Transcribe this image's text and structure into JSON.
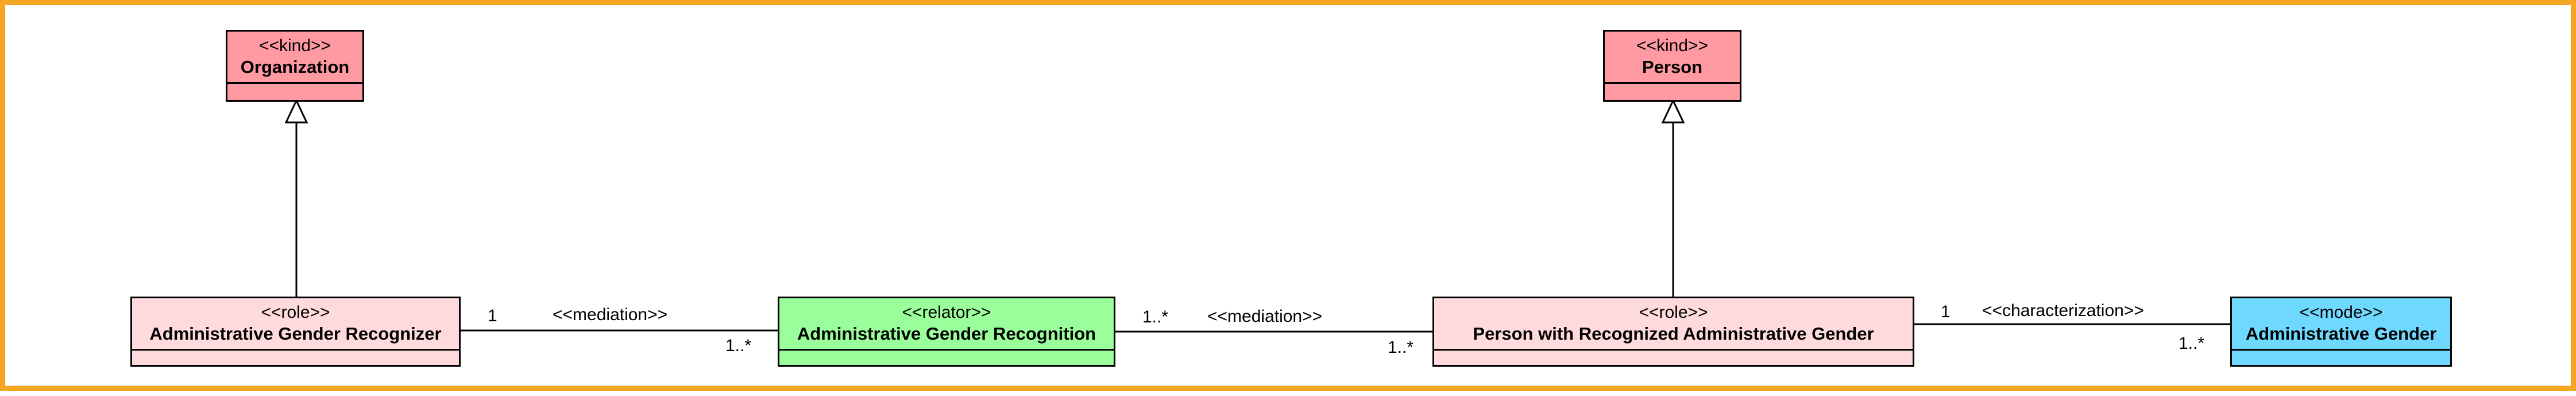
{
  "classes": {
    "organization": {
      "stereotype": "<<kind>>",
      "name": "Organization",
      "color": "#ff9aa2"
    },
    "person": {
      "stereotype": "<<kind>>",
      "name": "Person",
      "color": "#ff9aa2"
    },
    "recognizer": {
      "stereotype": "<<role>>",
      "name": "Administrative Gender Recognizer",
      "color": "#ffdadc"
    },
    "recognition": {
      "stereotype": "<<relator>>",
      "name": "Administrative Gender Recognition",
      "color": "#9aff9a"
    },
    "person_recognized": {
      "stereotype": "<<role>>",
      "name": "Person with Recognized Administrative Gender",
      "color": "#ffdadc"
    },
    "gender": {
      "stereotype": "<<mode>>",
      "name": "Administrative Gender",
      "color": "#6fd8ff"
    }
  },
  "associations": {
    "mediation_1": {
      "label": "<<mediation>>",
      "source_mult": "1",
      "target_mult": "1..*"
    },
    "mediation_2": {
      "label": "<<mediation>>",
      "source_mult": "1..*",
      "target_mult": "1..*"
    },
    "characterization": {
      "label": "<<characterization>>",
      "source_mult": "1",
      "target_mult": "1..*"
    }
  },
  "generalizations": [
    {
      "from": "Administrative Gender Recognizer",
      "to": "Organization"
    },
    {
      "from": "Person with Recognized Administrative Gender",
      "to": "Person"
    }
  ],
  "frame_color": "#f5a623"
}
